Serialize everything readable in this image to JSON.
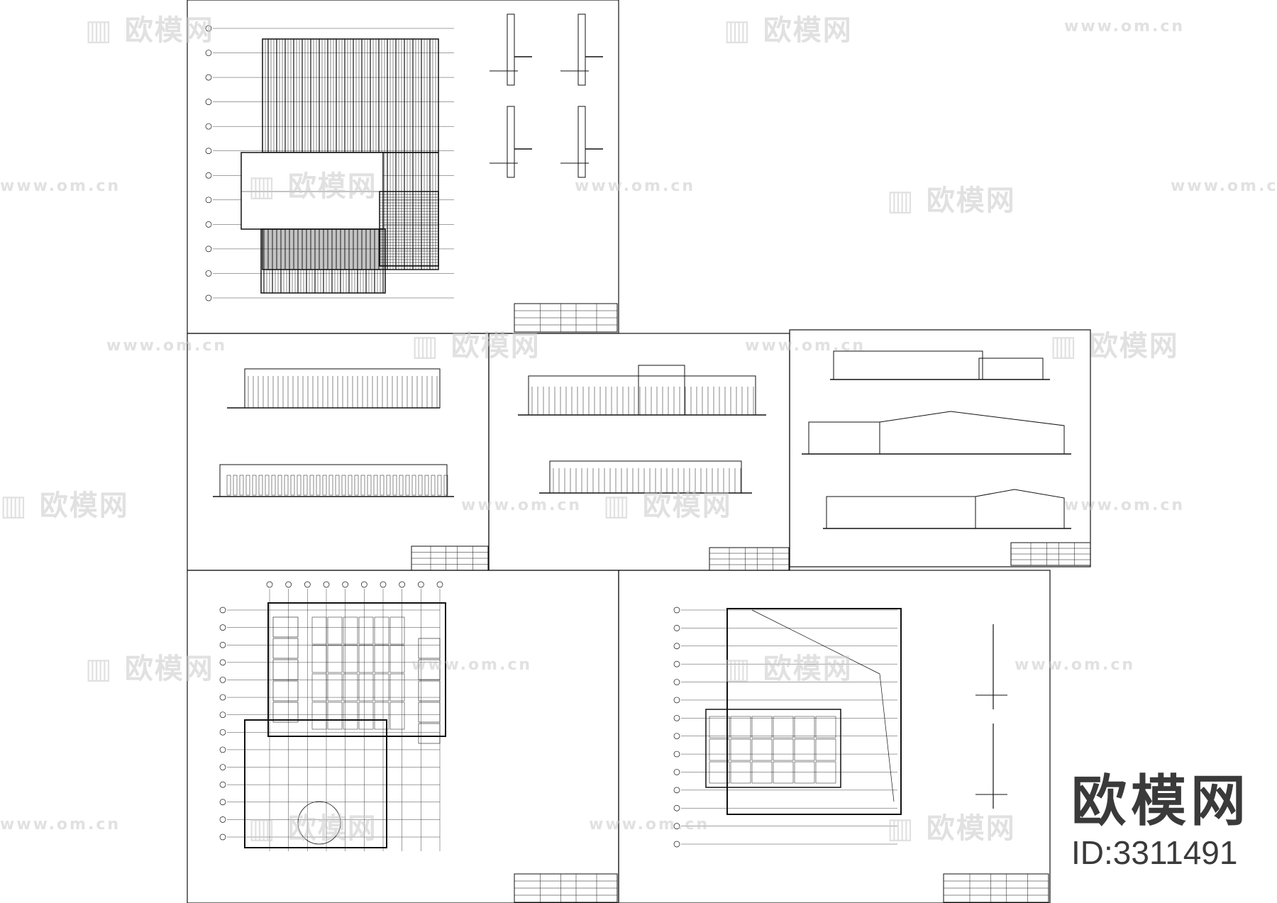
{
  "brand": {
    "name": "欧模网",
    "id": "ID:3311491"
  },
  "watermark": {
    "cn": "欧模网",
    "url": "www.om.cn"
  },
  "sheets": [
    {
      "kind": "roof-plan-with-details"
    },
    {
      "kind": "elevations"
    },
    {
      "kind": "elevations"
    },
    {
      "kind": "sections"
    },
    {
      "kind": "floor-plan-1"
    },
    {
      "kind": "floor-plan-2-with-details"
    }
  ],
  "colors": {
    "line": "#111111",
    "watermark": "#c8c8c8",
    "brand": "#3a3a3a"
  }
}
